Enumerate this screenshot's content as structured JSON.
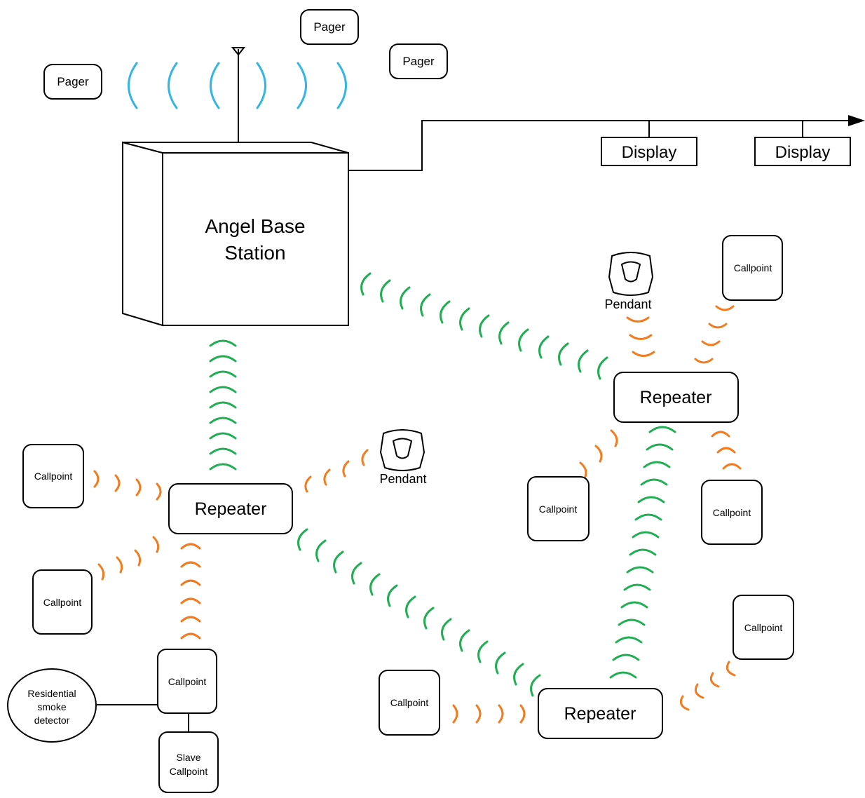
{
  "colors": {
    "pager_wave": "#33b5e5",
    "link_wave": "#1fae52",
    "device_wave": "#f27b1e",
    "stroke": "#000000"
  },
  "base_station": {
    "line1": "Angel Base",
    "line2": "Station"
  },
  "pagers": [
    "Pager",
    "Pager",
    "Pager"
  ],
  "displays": [
    "Display",
    "Display"
  ],
  "repeaters": [
    "Repeater",
    "Repeater",
    "Repeater"
  ],
  "pendants": [
    "Pendant",
    "Pendant"
  ],
  "callpoints": [
    "Callpoint",
    "Callpoint",
    "Callpoint",
    "Callpoint",
    "Callpoint",
    "Callpoint",
    "Callpoint",
    "Callpoint"
  ],
  "smoke_detector": {
    "line1": "Residential",
    "line2": "smoke",
    "line3": "detector"
  },
  "slave_callpoint": {
    "line1": "Slave",
    "line2": "Callpoint"
  }
}
